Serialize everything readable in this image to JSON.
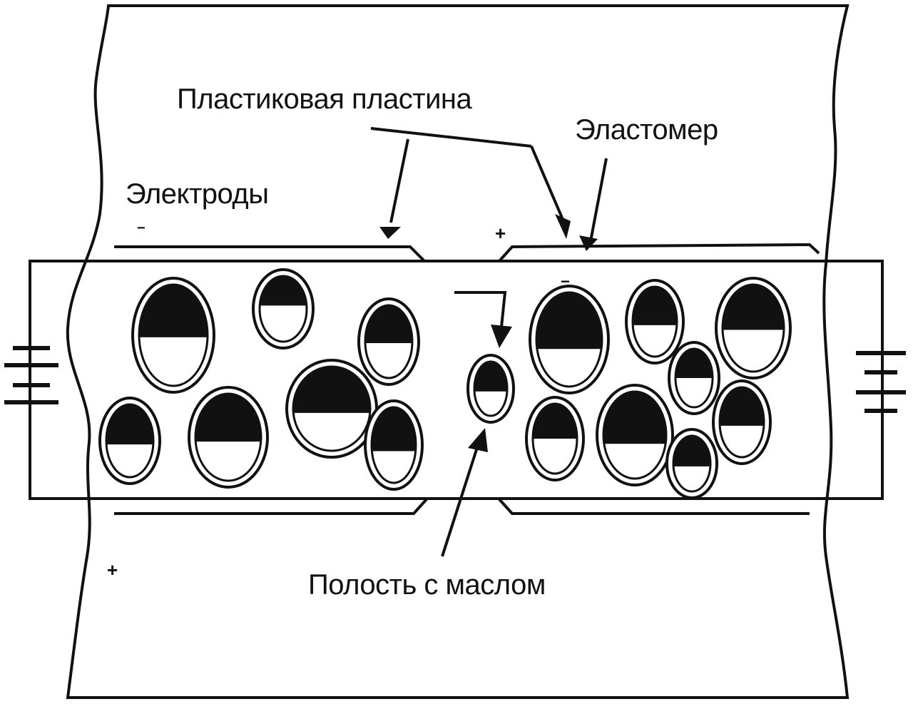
{
  "labels": {
    "plastic_plate": "Пластиковая пластина",
    "elastomer": "Эластомер",
    "electrodes": "Электроды",
    "oil_cavity": "Полость с маслом"
  },
  "signs": {
    "top_left": "−",
    "top_mid": "+",
    "capsule": "−",
    "bottom_left": "+"
  },
  "colors": {
    "ink": "#111111",
    "background": "#ffffff"
  }
}
